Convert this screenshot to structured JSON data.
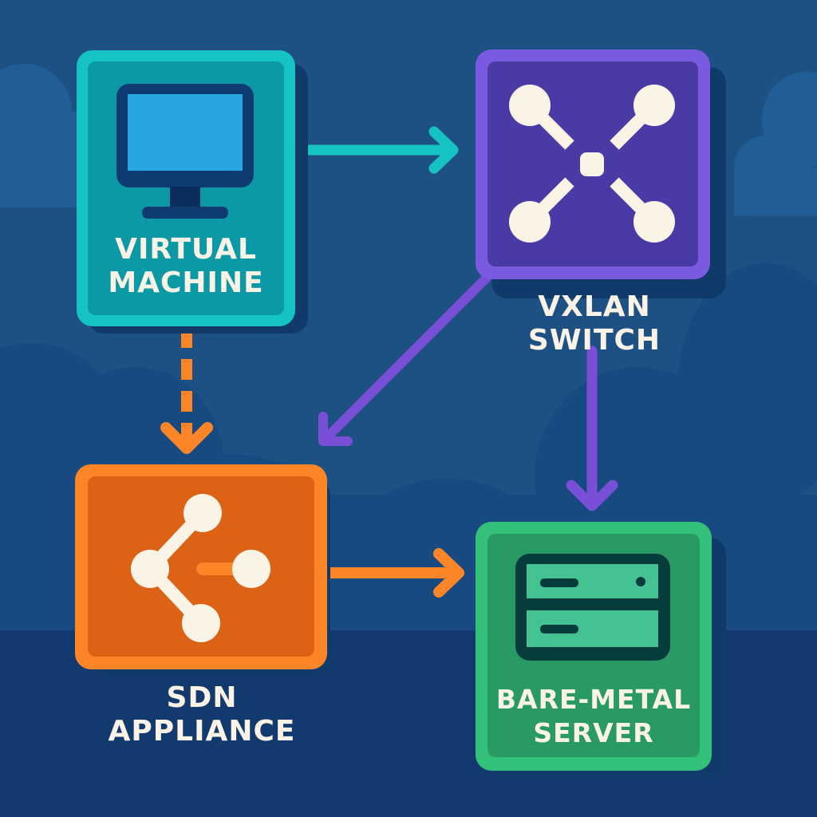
{
  "diagram": {
    "title": "",
    "nodes": [
      {
        "id": "vm",
        "label_line1": "VIRTUAL",
        "label_line2": "MACHINE",
        "icon": "monitor-icon",
        "color_border": "#15c3c3",
        "color_fill": "#0c99a6"
      },
      {
        "id": "vxlan",
        "label_line1": "VXLAN",
        "label_line2": "SWITCH",
        "icon": "network-hub-icon",
        "color_border": "#7a5be0",
        "color_fill": "#4a3aa6"
      },
      {
        "id": "sdn",
        "label_line1": "SDN",
        "label_line2": "APPLIANCE",
        "icon": "share-nodes-icon",
        "color_border": "#fb8527",
        "color_fill": "#dc6216"
      },
      {
        "id": "bms",
        "label_line1": "BARE-METAL",
        "label_line2": "SERVER",
        "icon": "server-rack-icon",
        "color_border": "#33c07a",
        "color_fill": "#2a9a64"
      }
    ],
    "edges": [
      {
        "from": "vm",
        "to": "vxlan",
        "style": "solid",
        "color": "#15c3c3"
      },
      {
        "from": "vm",
        "to": "sdn",
        "style": "dashed",
        "color": "#fb8527"
      },
      {
        "from": "vxlan",
        "to": "sdn",
        "style": "solid",
        "color": "#7a4fd8"
      },
      {
        "from": "vxlan",
        "to": "bms",
        "style": "solid",
        "color": "#7a4fd8"
      },
      {
        "from": "sdn",
        "to": "bms",
        "style": "solid",
        "color": "#fb8527"
      }
    ],
    "background": {
      "sky": "#1d5184",
      "clouds": "#215f95",
      "ground": "#123a6e"
    },
    "text_color": "#fbf4e6"
  }
}
